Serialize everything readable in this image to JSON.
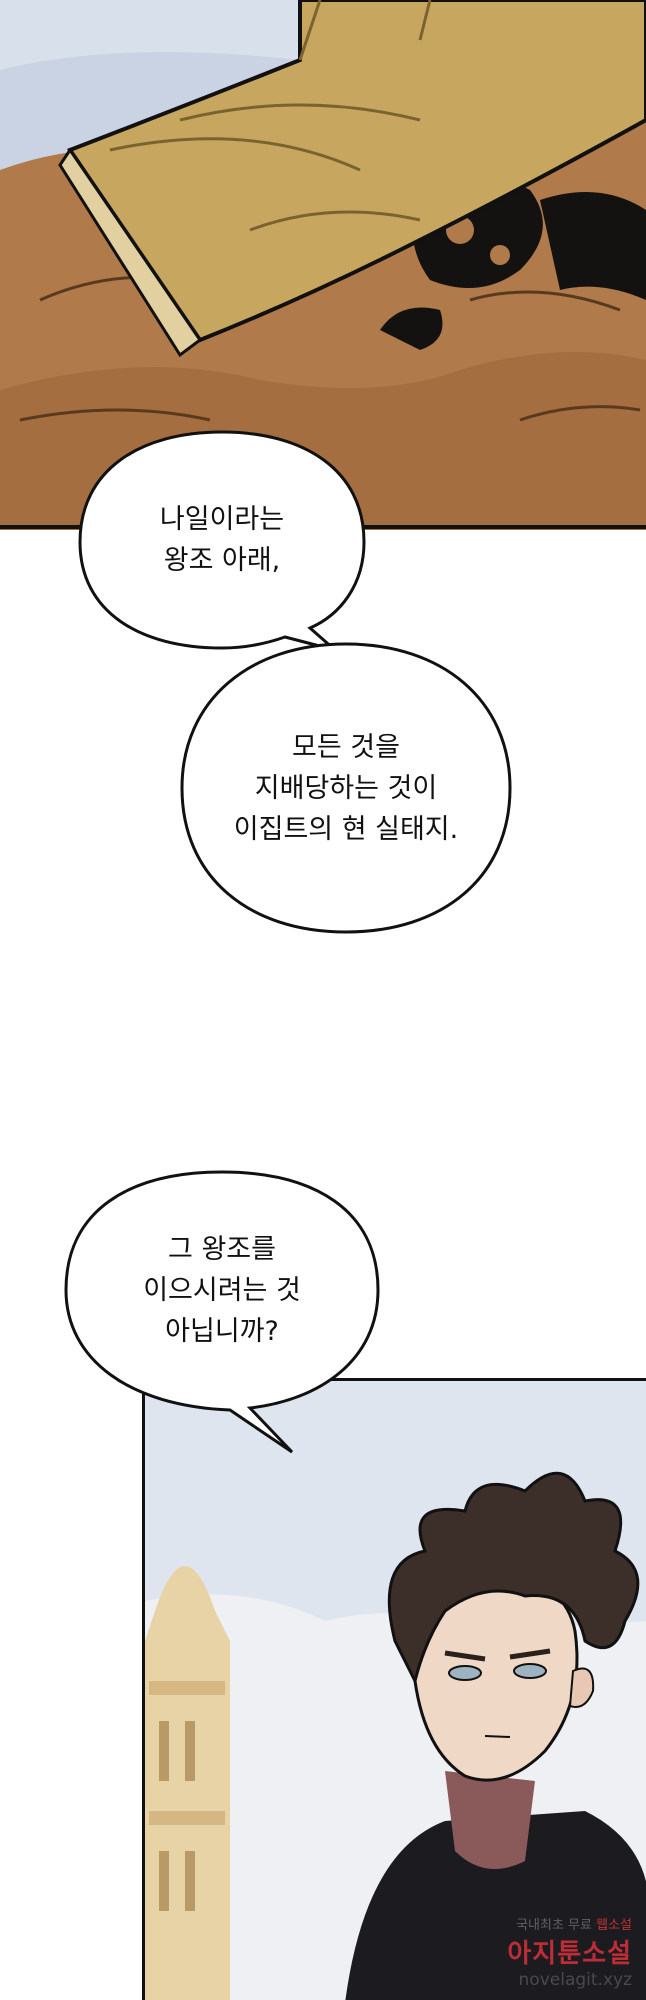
{
  "bubbles": {
    "b1": [
      "나일이라는",
      "왕조 아래,"
    ],
    "b2": [
      "모든 것을",
      "지배당하는 것이",
      "이집트의 현 실태지."
    ],
    "b3": [
      "그 왕조를",
      "이으시려는 것",
      "아닙니까?"
    ]
  },
  "watermark": {
    "line1_prefix": "국내최초 무료",
    "line1_highlight": "웹소설",
    "line2": "아지툰소설",
    "line3": "novelagit.xyz"
  },
  "colors": {
    "sky": "#c9d3e3",
    "skin": "#b07a4a",
    "hat": "#c7a760",
    "tattoo": "#141210",
    "ink": "#111111",
    "hair": "#3c2e28",
    "coat": "#1c1c20"
  }
}
